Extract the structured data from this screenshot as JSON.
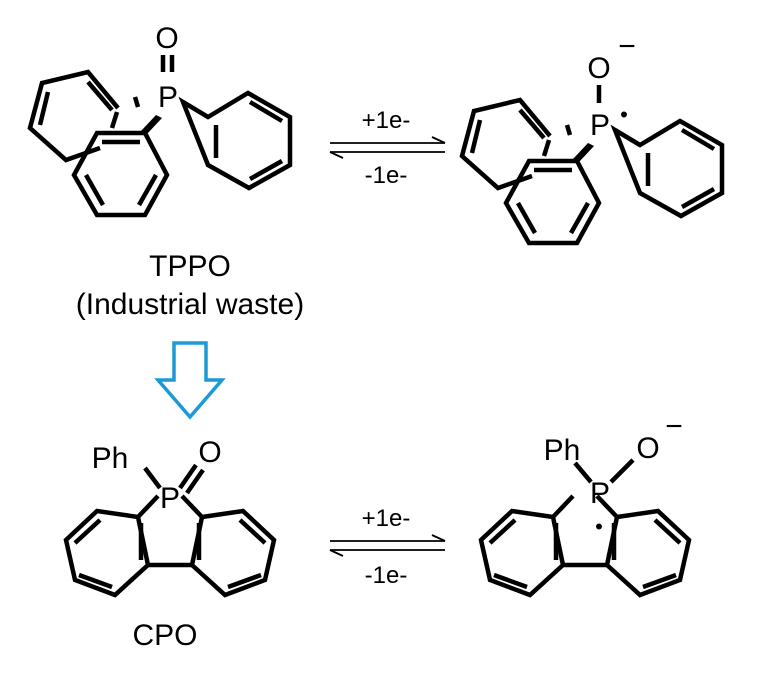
{
  "top": {
    "left_molecule": {
      "label": "TPPO",
      "sublabel": "(Industrial waste)",
      "atoms": {
        "o": "O",
        "p": "P"
      }
    },
    "forward": "+1e-",
    "reverse": "-1e-",
    "right_molecule": {
      "atoms": {
        "o": "O",
        "charge": "−",
        "p": "P",
        "radical": "•"
      }
    }
  },
  "transform_arrow_color": "#1b9ad6",
  "bottom": {
    "left_molecule": {
      "label": "CPO",
      "atoms": {
        "ph": "Ph",
        "o": "O",
        "p": "P"
      }
    },
    "forward": "+1e-",
    "reverse": "-1e-",
    "right_molecule": {
      "atoms": {
        "ph": "Ph",
        "o": "O",
        "charge": "−",
        "p": "P",
        "radical": "•"
      }
    }
  }
}
